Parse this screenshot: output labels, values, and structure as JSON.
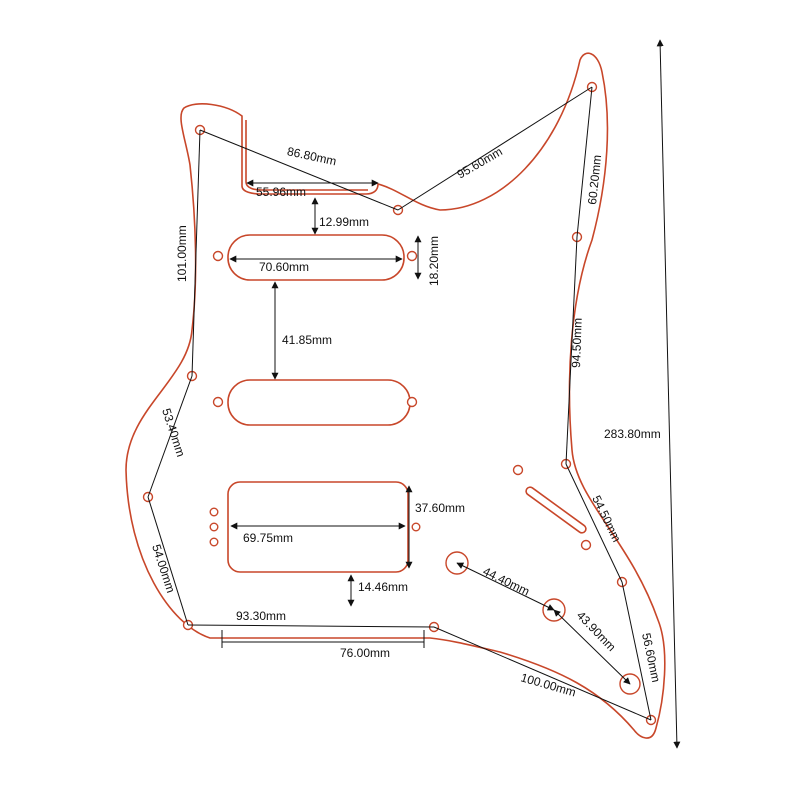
{
  "colors": {
    "outline": "#c8472a",
    "dimension": "#111111",
    "background": "#ffffff"
  },
  "dimensions": {
    "d_86_80": "86.80mm",
    "d_55_96": "55.96mm",
    "d_95_60": "95.60mm",
    "d_12_99": "12.99mm",
    "d_70_60": "70.60mm",
    "d_18_20": "18.20mm",
    "d_41_85": "41.85mm",
    "d_101_00": "101.00mm",
    "d_60_20": "60.20mm",
    "d_94_50": "94.50mm",
    "d_283_80": "283.80mm",
    "d_53_40": "53.40mm",
    "d_37_60": "37.60mm",
    "d_69_75": "69.75mm",
    "d_54_50": "54.50mm",
    "d_54_00": "54.00mm",
    "d_14_46": "14.46mm",
    "d_44_40": "44.40mm",
    "d_93_30": "93.30mm",
    "d_76_00": "76.00mm",
    "d_43_90": "43.90mm",
    "d_56_60": "56.60mm",
    "d_100_00": "100.00mm"
  }
}
